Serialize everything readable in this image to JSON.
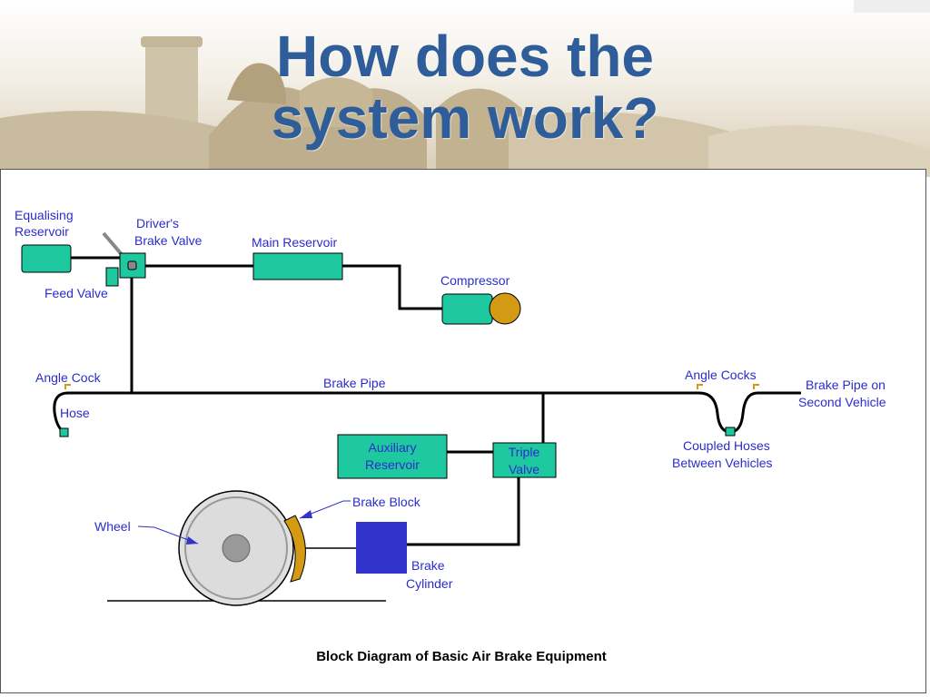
{
  "slide": {
    "title_line1": "How does the",
    "title_line2": "system work?"
  },
  "colors": {
    "title": "#2e5d99",
    "component_fill": "#1fc9a0",
    "label_text": "#2c2ccc",
    "brake_block": "#d39a14",
    "compressor_motor": "#d39a14",
    "brake_cylinder": "#3232cc",
    "pipe": "#000000"
  },
  "diagram": {
    "caption": "Block Diagram of Basic Air Brake Equipment",
    "labels": {
      "equalising_reservoir_1": "Equalising",
      "equalising_reservoir_2": "Reservoir",
      "drivers_brake_valve_1": "Driver's",
      "drivers_brake_valve_2": "Brake Valve",
      "feed_valve": "Feed Valve",
      "main_reservoir": "Main Reservoir",
      "compressor": "Compressor",
      "angle_cock": "Angle Cock",
      "hose": "Hose",
      "brake_pipe": "Brake Pipe",
      "angle_cocks": "Angle Cocks",
      "brake_pipe_second_1": "Brake Pipe on",
      "brake_pipe_second_2": "Second Vehicle",
      "coupled_hoses_1": "Coupled Hoses",
      "coupled_hoses_2": "Between Vehicles",
      "auxiliary_reservoir_1": "Auxiliary",
      "auxiliary_reservoir_2": "Reservoir",
      "triple_valve_1": "Triple",
      "triple_valve_2": "Valve",
      "brake_block": "Brake Block",
      "wheel": "Wheel",
      "brake_cylinder_1": "Brake",
      "brake_cylinder_2": "Cylinder"
    }
  }
}
